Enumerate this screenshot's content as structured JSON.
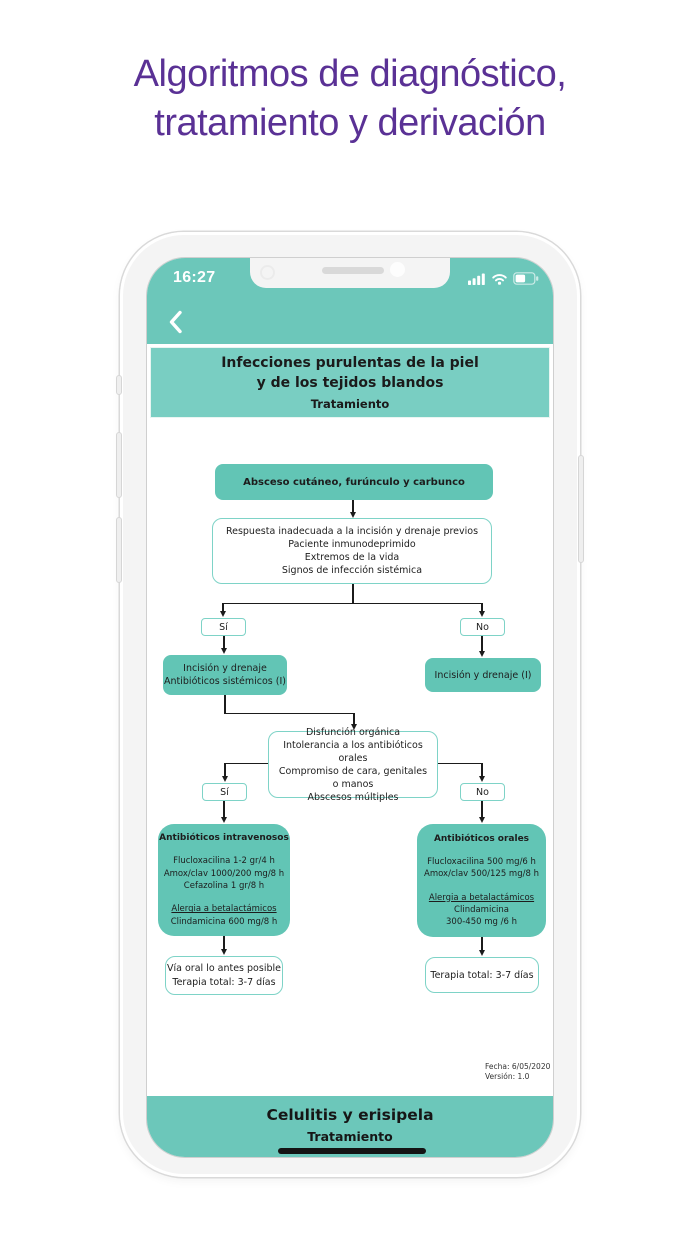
{
  "page": {
    "title_line1": "Algoritmos de diagnóstico,",
    "title_line2": "tratamiento y derivación"
  },
  "colors": {
    "accent_teal": "#6CC7BA",
    "banner_teal": "#79CEC2",
    "node_teal": "#62C5B5",
    "node_border_teal": "#7ED3C7",
    "title_purple": "#5A3195"
  },
  "status_bar": {
    "time": "16:27",
    "icons": [
      "signal-icon",
      "wifi-icon",
      "battery-icon"
    ]
  },
  "nav": {
    "back_icon": "back-chevron-icon"
  },
  "header": {
    "title_line1": "Infecciones purulentas de la piel",
    "title_line2": "y de los tejidos blandos",
    "subtitle": "Tratamiento"
  },
  "flow": {
    "start": "Absceso cutáneo, furúnculo y carbunco",
    "criteria1": {
      "lines": [
        "Respuesta inadecuada a la incisión y drenaje previos",
        "Paciente inmunodeprimido",
        "Extremos de la vida",
        "Signos de infección sistémica"
      ]
    },
    "branch1": {
      "yes": "Sí",
      "no": "No"
    },
    "yes1_action": {
      "lines": [
        "Incisión y drenaje",
        "Antibióticos sistémicos (I)"
      ]
    },
    "no1_action": "Incisión y drenaje (I)",
    "criteria2": {
      "lines": [
        "Disfunción orgánica",
        "Intolerancia a los antibióticos orales",
        "Compromiso de cara, genitales",
        "o manos",
        "Abscesos múltiples"
      ]
    },
    "branch2": {
      "yes": "Sí",
      "no": "No"
    },
    "iv": {
      "title": "Antibióticos intravenosos",
      "lines": [
        "Flucloxacilina 1-2 gr/4 h",
        "Amox/clav 1000/200 mg/8 h",
        "Cefazolina 1 gr/8 h"
      ],
      "allergy_title": "Alergia a betalactámicos",
      "allergy_lines": [
        "Clindamicina 600 mg/8 h"
      ]
    },
    "oral": {
      "title": "Antibióticos orales",
      "lines": [
        "Flucloxacilina 500 mg/6 h",
        "Amox/clav 500/125 mg/8 h"
      ],
      "allergy_title": "Alergia a betalactámicos",
      "allergy_lines": [
        "Clindamicina",
        "300-450 mg /6 h"
      ]
    },
    "end_left": {
      "lines": [
        "Vía oral lo antes posible",
        "Terapia total: 3-7 días"
      ]
    },
    "end_right": "Terapia total: 3-7 días",
    "meta": {
      "fecha": "Fecha: 6/05/2020",
      "version": "Versión: 1.0"
    }
  },
  "footer": {
    "title": "Celulitis y erisipela",
    "subtitle": "Tratamiento"
  }
}
